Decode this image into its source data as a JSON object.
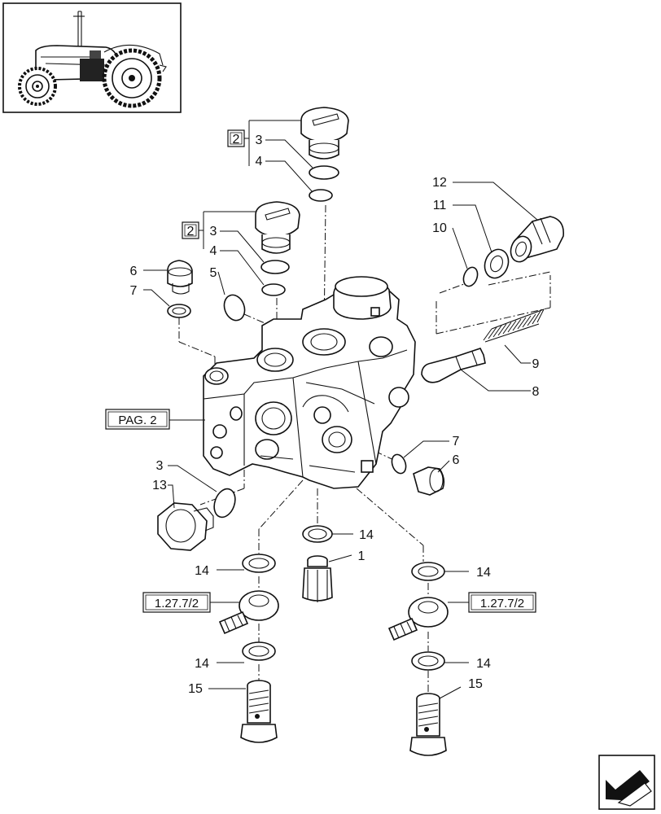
{
  "labels": {
    "p1": "1",
    "p2a": "2",
    "p2b": "2",
    "p3a": "3",
    "p3b": "3",
    "p3c": "3",
    "p4a": "4",
    "p4b": "4",
    "p5": "5",
    "p6a": "6",
    "p6b": "6",
    "p7a": "7",
    "p7b": "7",
    "p8": "8",
    "p9": "9",
    "p10": "10",
    "p11": "11",
    "p12": "12",
    "p13": "13",
    "p14a": "14",
    "p14b": "14",
    "p14c": "14",
    "p14d": "14",
    "p14e": "14",
    "p15a": "15",
    "p15b": "15"
  },
  "references": {
    "pag2": "PAG. 2",
    "ref_left": "1.27.7/2",
    "ref_right": "1.27.7/2"
  },
  "icons": {
    "thumbnail": "tractor-thumbnail-icon",
    "nav": "next-page-arrow-icon"
  }
}
